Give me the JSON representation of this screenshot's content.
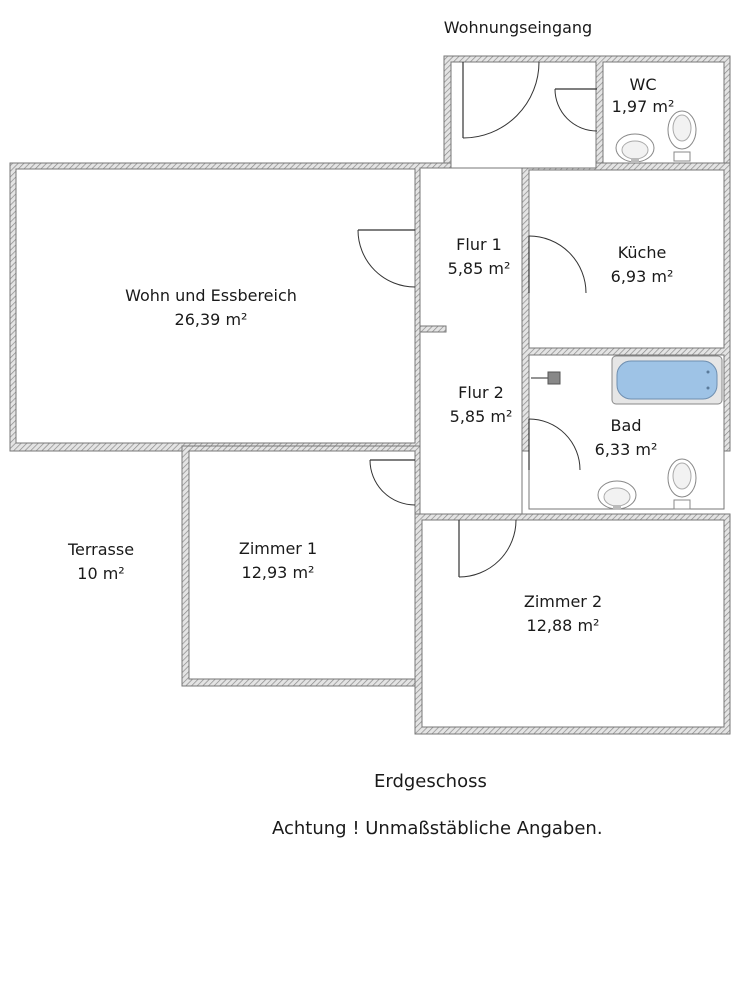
{
  "entrance_label": "Wohnungseingang",
  "rooms": [
    {
      "key": "wc",
      "name": "WC",
      "area": "1,97 m²"
    },
    {
      "key": "flur1",
      "name": "Flur 1",
      "area": "5,85 m²"
    },
    {
      "key": "kueche",
      "name": "Küche",
      "area": "6,93 m²"
    },
    {
      "key": "wohn",
      "name": "Wohn und Essbereich",
      "area": "26,39 m²"
    },
    {
      "key": "flur2",
      "name": "Flur 2",
      "area": "5,85 m²"
    },
    {
      "key": "bad",
      "name": "Bad",
      "area": "6,33 m²"
    },
    {
      "key": "terrasse",
      "name": "Terrasse",
      "area": "10 m²"
    },
    {
      "key": "zimmer1",
      "name": "Zimmer 1",
      "area": "12,93 m²"
    },
    {
      "key": "zimmer2",
      "name": "Zimmer 2",
      "area": "12,88 m²"
    }
  ],
  "floor_label": "Erdgeschoss",
  "disclaimer": "Achtung ! Unmaßstäbliche Angaben."
}
